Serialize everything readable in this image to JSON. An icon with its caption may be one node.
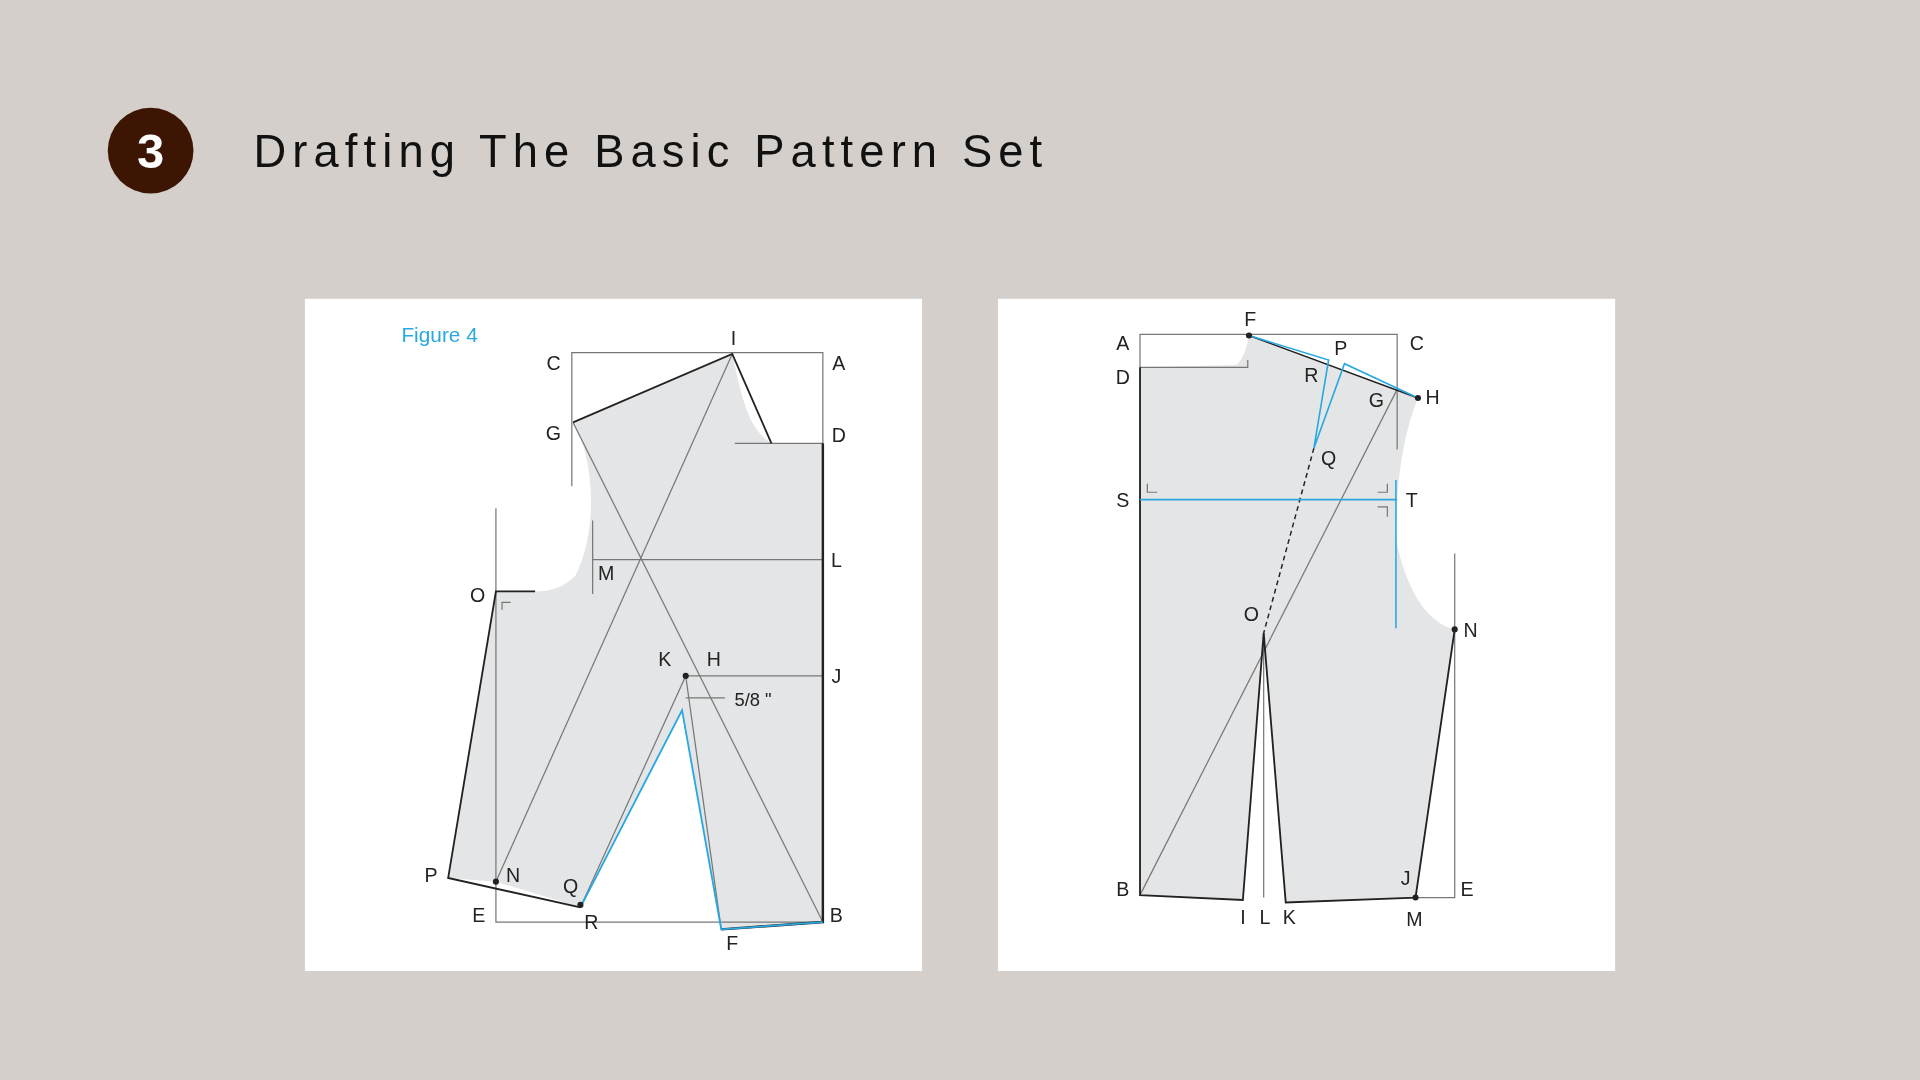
{
  "diagram": {
    "title": "Drafting The Basic Pattern Set",
    "labels": [
      "3",
      "Figure 4",
      "I",
      "C",
      "A",
      "G",
      "D",
      "L",
      "M",
      "O",
      "K",
      "H",
      "J",
      "5/8 \"",
      "P",
      "N",
      "Q",
      "E",
      "R",
      "B",
      "F",
      "F",
      "A",
      "P",
      "C",
      "D",
      "R",
      "G",
      "H",
      "Q",
      "S",
      "T",
      "O",
      "N",
      "J",
      "B",
      "E",
      "I",
      "L",
      "K",
      "M"
    ]
  }
}
